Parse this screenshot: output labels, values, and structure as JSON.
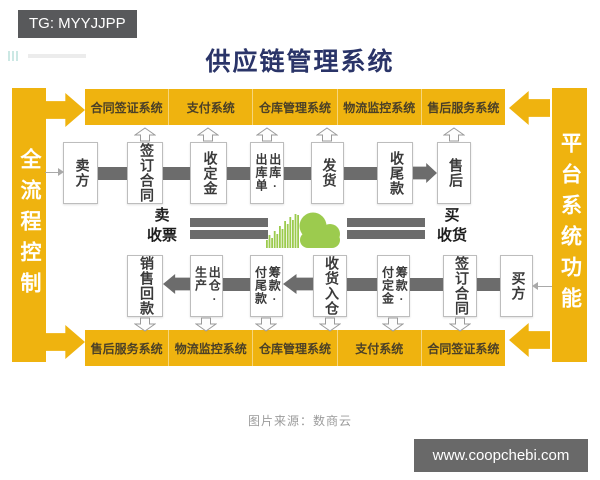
{
  "overlay": {
    "tg_badge": "TG: MYYJJPP",
    "site_badge": "www.coopchebi.com"
  },
  "title": "供应链管理系统",
  "caption": "图片来源：数商云",
  "colors": {
    "accent_yellow": "#EFB30F",
    "connector_gray": "#6C6C6C",
    "cloud_green": "#9CCB4E",
    "title_navy": "#2A3468",
    "badge_dark_gray": "#58595B",
    "site_badge_gray": "#696969"
  },
  "side_bars": {
    "left": "全流程控制",
    "right": "平台系统功能"
  },
  "top_systems": [
    "合同签证系统",
    "支付系统",
    "仓库管理系统",
    "物流监控系统",
    "售后服务系统"
  ],
  "bottom_systems": [
    "售后服务系统",
    "物流监控系统",
    "仓库管理系统",
    "支付系统",
    "合同签证系统"
  ],
  "seller_flow": [
    "卖方",
    "签订合同",
    "收定金",
    "出库·\n出库单",
    "发货",
    "收尾款",
    "售后"
  ],
  "buyer_flow": [
    "销售回款",
    "出仓·\n生产",
    "筹款·\n付尾款",
    "收货入仓",
    "筹款·\n付定金",
    "签订合同",
    "买方"
  ],
  "middle": {
    "seller_side": "卖\n收票",
    "buyer_side": "买\n收货"
  }
}
